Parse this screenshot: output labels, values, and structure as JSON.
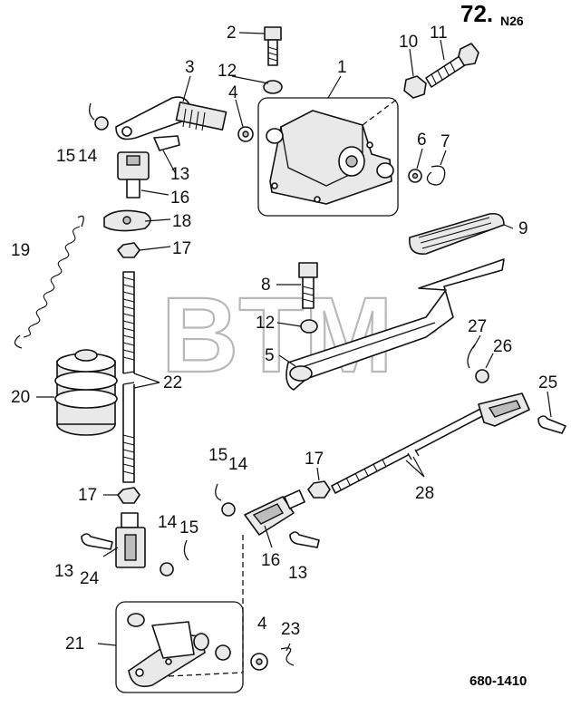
{
  "header": {
    "page_number": "72.",
    "page_suffix": "N26"
  },
  "footer": {
    "reference": "680-1410"
  },
  "watermark": {
    "text": "BTM",
    "registered": "®"
  },
  "callouts": {
    "c1": "1",
    "c2": "2",
    "c3": "3",
    "c4a": "4",
    "c4b": "4",
    "c5": "5",
    "c6": "6",
    "c7": "7",
    "c8": "8",
    "c9": "9",
    "c10": "10",
    "c11": "11",
    "c12a": "12",
    "c12b": "12",
    "c13a": "13",
    "c13b": "13",
    "c13c": "13",
    "c14a": "14",
    "c14b": "14",
    "c14c": "14",
    "c15a": "15",
    "c15b": "15",
    "c15c": "15",
    "c16a": "16",
    "c16b": "16",
    "c17a": "17",
    "c17b": "17",
    "c17c": "17",
    "c18": "18",
    "c19": "19",
    "c20": "20",
    "c21": "21",
    "c22": "22",
    "c23": "23",
    "c24": "24",
    "c25": "25",
    "c26": "26",
    "c27": "27",
    "c28": "28"
  }
}
